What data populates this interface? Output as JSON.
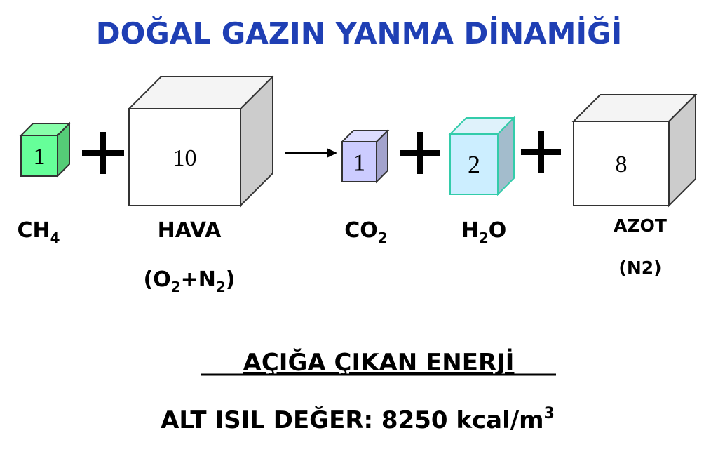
{
  "title": {
    "text": "DOĞAL GAZIN YANMA DİNAMİĞİ",
    "color": "#1f3fb4"
  },
  "cubes": {
    "ch4": {
      "value": "1",
      "front": "#66ff99",
      "top": "#88ffaa",
      "side": "#55cc77",
      "stroke": "#333333"
    },
    "hava": {
      "value": "10",
      "front": "#ffffff",
      "top": "#f4f4f4",
      "side": "#cccccc",
      "stroke": "#333333"
    },
    "co2": {
      "value": "1",
      "front": "#ccccff",
      "top": "#ddddff",
      "side": "#a3a3cc",
      "stroke": "#333333"
    },
    "h2o": {
      "value": "2",
      "front": "#cceeff",
      "top": "#dff2fb",
      "side": "#a3bccc",
      "stroke": "#33ccaa"
    },
    "azot": {
      "value": "8",
      "front": "#ffffff",
      "top": "#f4f4f4",
      "side": "#cccccc",
      "stroke": "#333333"
    }
  },
  "labels": {
    "ch4": {
      "main": "CH",
      "sub": "4"
    },
    "hava": {
      "main": "HAVA",
      "open": "(O",
      "sub1": "2",
      "plus": "+N",
      "sub2": "2",
      "close": ")"
    },
    "co2": {
      "main": "CO",
      "sub": "2"
    },
    "h2o": {
      "h": "H",
      "sub": "2",
      "o": "O"
    },
    "azot": {
      "main": "AZOT",
      "formula": "(N2)"
    }
  },
  "energy_heading": "AÇIĞA ÇIKAN ENERJİ",
  "heating_value": {
    "label": "ALT ISIL DEĞER: 8250 kcal/m",
    "sup": "3"
  }
}
